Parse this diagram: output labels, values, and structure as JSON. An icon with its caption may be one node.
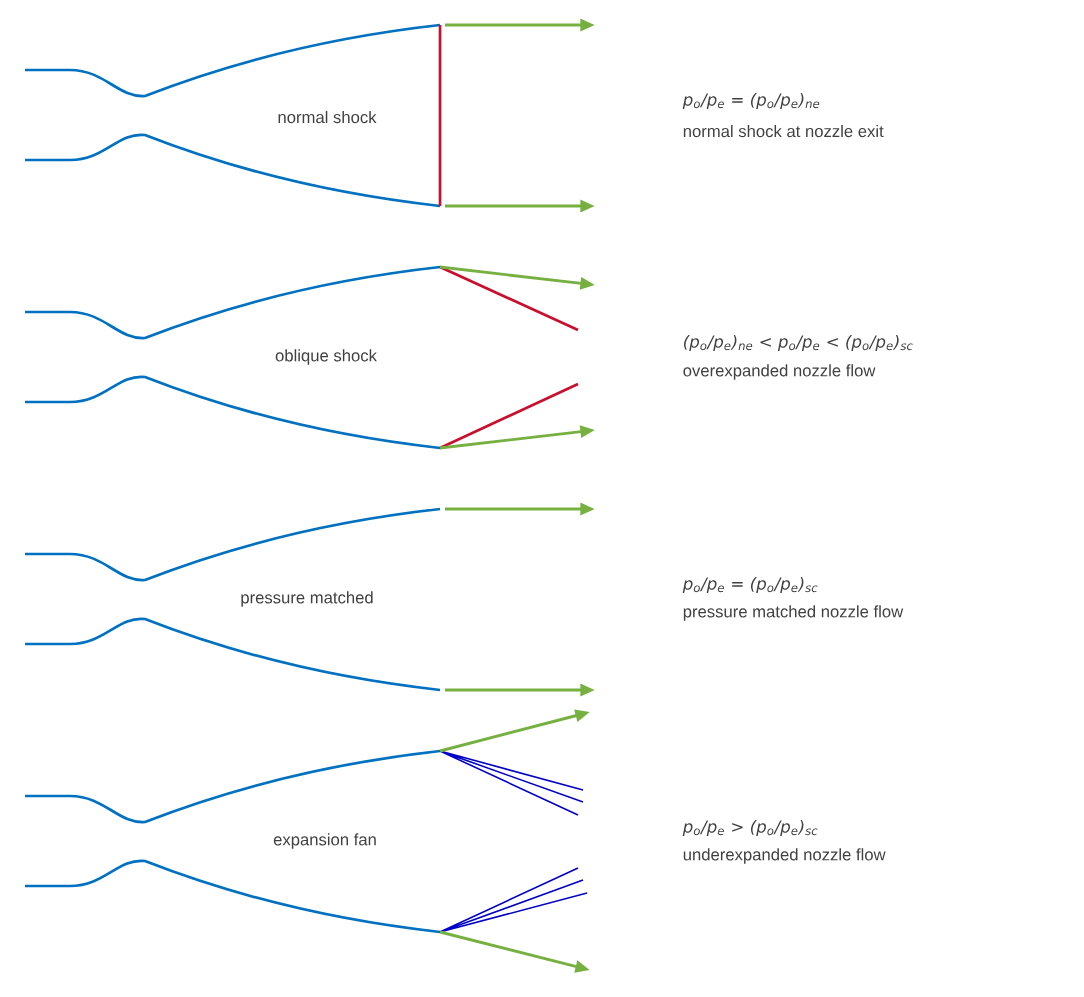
{
  "diagram": {
    "labels": [
      "normal shock",
      "p$_{o}$/p$_{e}$ = (p$_{o}$/p$_{e}$)$_{ne}$",
      "normal shock at nozzle exit",
      "oblique shock",
      "(p$_{o}$/p$_{e}$)$_{ne}$ < p$_{o}$/p$_{e}$ < (p$_{o}$/p$_{e}$)$_{sc}$",
      "overexpanded nozzle flow",
      "pressure matched",
      "p$_{o}$/p$_{e}$ = (p$_{o}$/p$_{e}$)$_{sc}$",
      "pressure matched nozzle flow",
      "expansion fan",
      "p$_{o}$/p$_{e}$ > (p$_{o}$/p$_{e}$)$_{sc}$",
      "underexpanded nozzle flow"
    ]
  }
}
